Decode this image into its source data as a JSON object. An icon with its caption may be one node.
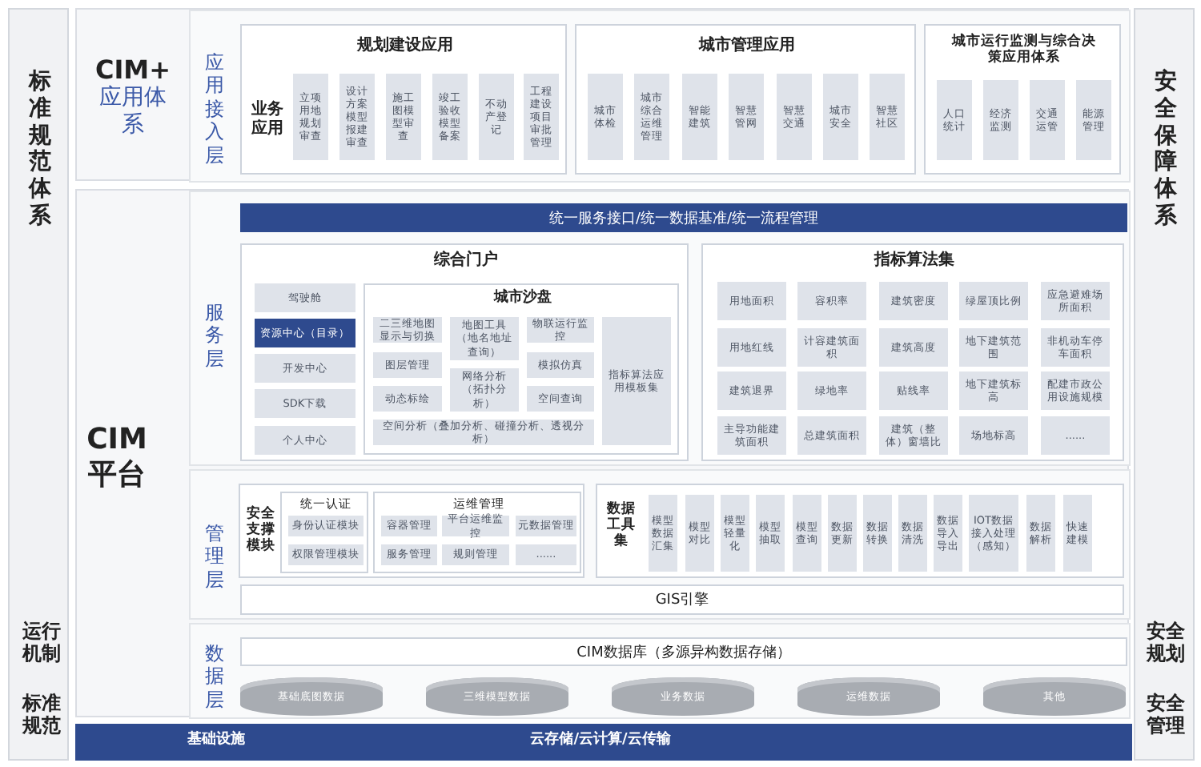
{
  "diagram": {
    "nodes": [
      {
        "text": [
          "标准规范体系",
          "运行机制",
          "标准规范"
        ]
      },
      {
        "text": [
          "安全保障体系",
          "安全规划",
          "安全管理"
        ]
      },
      {
        "text": [
          "CIM+",
          "应用体系"
        ]
      },
      {
        "text": [
          "应用接入层"
        ],
        "in": 2
      },
      {
        "text": [
          "规划建设应用",
          "业务应用"
        ],
        "in": 3
      },
      {
        "text": [
          "立项用地规划审查"
        ],
        "in": 4
      },
      {
        "text": [
          "设计方案模型报建审查"
        ],
        "in": 4
      },
      {
        "text": [
          "施工图模型审查"
        ],
        "in": 4
      },
      {
        "text": [
          "竣工验收模型备案"
        ],
        "in": 4
      },
      {
        "text": [
          "不动产登记"
        ],
        "in": 4
      },
      {
        "text": [
          "工程建设项目审批管理"
        ],
        "in": 4
      },
      {
        "text": [
          "城市管理应用"
        ],
        "in": 3
      },
      {
        "text": [
          "城市体检"
        ],
        "in": 11
      },
      {
        "text": [
          "城市综合运维管理"
        ],
        "in": 11
      },
      {
        "text": [
          "智能建筑"
        ],
        "in": 11
      },
      {
        "text": [
          "智慧管网"
        ],
        "in": 11
      },
      {
        "text": [
          "智慧交通"
        ],
        "in": 11
      },
      {
        "text": [
          "城市安全"
        ],
        "in": 11
      },
      {
        "text": [
          "智慧社区"
        ],
        "in": 11
      },
      {
        "text": [
          "城市运行监测与综合决策应用体系"
        ],
        "in": 3
      },
      {
        "text": [
          "人口统计"
        ],
        "in": 19
      },
      {
        "text": [
          "经济监测"
        ],
        "in": 19
      },
      {
        "text": [
          "交通运管"
        ],
        "in": 19
      },
      {
        "text": [
          "能源管理"
        ],
        "in": 19
      },
      {
        "text": [
          "CIM平台"
        ]
      },
      {
        "text": [
          "服务层"
        ],
        "in": 24
      },
      {
        "text": [
          "统一服务接口/统一数据基准/统一流程管理"
        ],
        "in": 25
      },
      {
        "text": [
          "综合门户"
        ],
        "in": 25
      },
      {
        "text": [
          "驾驶舱"
        ],
        "in": 27
      },
      {
        "text": [
          "资源中心（目录）"
        ],
        "in": 27
      },
      {
        "text": [
          "开发中心"
        ],
        "in": 27
      },
      {
        "text": [
          "SDK下载"
        ],
        "in": 27
      },
      {
        "text": [
          "个人中心"
        ],
        "in": 27
      },
      {
        "text": [
          "城市沙盘"
        ],
        "in": 27
      },
      {
        "text": [
          "二三维地图显示与切换"
        ],
        "in": 33
      },
      {
        "text": [
          "地图工具（地名地址查询）"
        ],
        "in": 33
      },
      {
        "text": [
          "物联运行监控"
        ],
        "in": 33
      },
      {
        "text": [
          "图层管理"
        ],
        "in": 33
      },
      {
        "text": [
          "模拟仿真"
        ],
        "in": 33
      },
      {
        "text": [
          "网络分析（拓扑分析）"
        ],
        "in": 33
      },
      {
        "text": [
          "动态标绘"
        ],
        "in": 33
      },
      {
        "text": [
          "空间查询"
        ],
        "in": 33
      },
      {
        "text": [
          "空间分析（叠加分析、碰撞分析、透视分析）"
        ],
        "in": 33
      },
      {
        "text": [
          "指标算法应用模板集"
        ],
        "in": 33
      },
      {
        "text": [
          "指标算法集"
        ],
        "in": 25
      },
      {
        "text": [
          "用地面积"
        ],
        "in": 44
      },
      {
        "text": [
          "容积率"
        ],
        "in": 44
      },
      {
        "text": [
          "建筑密度"
        ],
        "in": 44
      },
      {
        "text": [
          "绿屋顶比例"
        ],
        "in": 44
      },
      {
        "text": [
          "应急避难场所面积"
        ],
        "in": 44
      },
      {
        "text": [
          "用地红线"
        ],
        "in": 44
      },
      {
        "text": [
          "计容建筑面积"
        ],
        "in": 44
      },
      {
        "text": [
          "建筑高度"
        ],
        "in": 44
      },
      {
        "text": [
          "地下建筑范围"
        ],
        "in": 44
      },
      {
        "text": [
          "非机动车停车面积"
        ],
        "in": 44
      },
      {
        "text": [
          "建筑退界"
        ],
        "in": 44
      },
      {
        "text": [
          "绿地率"
        ],
        "in": 44
      },
      {
        "text": [
          "贴线率"
        ],
        "in": 44
      },
      {
        "text": [
          "地下建筑标高"
        ],
        "in": 44
      },
      {
        "text": [
          "配建市政公用设施规模"
        ],
        "in": 44
      },
      {
        "text": [
          "主导功能建筑面积"
        ],
        "in": 44
      },
      {
        "text": [
          "总建筑面积"
        ],
        "in": 44
      },
      {
        "text": [
          "建筑（整体）窗墙比"
        ],
        "in": 44
      },
      {
        "text": [
          "场地标高"
        ],
        "in": 44
      },
      {
        "text": [
          "......"
        ],
        "in": 44
      },
      {
        "text": [
          "管理层"
        ],
        "in": 24
      },
      {
        "text": [
          "安全支撑模块"
        ],
        "in": 65
      },
      {
        "text": [
          "统一认证"
        ],
        "in": 66
      },
      {
        "text": [
          "身份认证模块"
        ],
        "in": 67
      },
      {
        "text": [
          "权限管理模块"
        ],
        "in": 67
      },
      {
        "text": [
          "运维管理"
        ],
        "in": 66
      },
      {
        "text": [
          "容器管理"
        ],
        "in": 70
      },
      {
        "text": [
          "平台运维监控"
        ],
        "in": 70
      },
      {
        "text": [
          "元数据管理"
        ],
        "in": 70
      },
      {
        "text": [
          "服务管理"
        ],
        "in": 70
      },
      {
        "text": [
          "规则管理"
        ],
        "in": 70
      },
      {
        "text": [
          "......"
        ],
        "in": 70
      },
      {
        "text": [
          "数据工具集"
        ],
        "in": 65
      },
      {
        "text": [
          "模型数据汇集"
        ],
        "in": 77
      },
      {
        "text": [
          "模型对比"
        ],
        "in": 77
      },
      {
        "text": [
          "模型轻量化"
        ],
        "in": 77
      },
      {
        "text": [
          "模型抽取"
        ],
        "in": 77
      },
      {
        "text": [
          "模型查询"
        ],
        "in": 77
      },
      {
        "text": [
          "数据更新"
        ],
        "in": 77
      },
      {
        "text": [
          "数据转换"
        ],
        "in": 77
      },
      {
        "text": [
          "数据清洗"
        ],
        "in": 77
      },
      {
        "text": [
          "数据导入导出"
        ],
        "in": 77
      },
      {
        "text": [
          "IOT数据接入处理（感知）"
        ],
        "in": 77
      },
      {
        "text": [
          "数据解析"
        ],
        "in": 77
      },
      {
        "text": [
          "快速建模"
        ],
        "in": 77
      },
      {
        "text": [
          "GIS引擎"
        ],
        "in": 65
      },
      {
        "text": [
          "数据层"
        ],
        "in": 24
      },
      {
        "text": [
          "CIM数据库（多源异构数据存储）"
        ],
        "in": 91
      },
      {
        "text": [
          "基础底图数据"
        ],
        "in": 91
      },
      {
        "text": [
          "三维模型数据"
        ],
        "in": 91
      },
      {
        "text": [
          "业务数据"
        ],
        "in": 91
      },
      {
        "text": [
          "运维数据"
        ],
        "in": 91
      },
      {
        "text": [
          "其他"
        ],
        "in": 91
      },
      {
        "text": [
          "基础设施",
          "云存储/云计算/云传输"
        ]
      }
    ]
  }
}
